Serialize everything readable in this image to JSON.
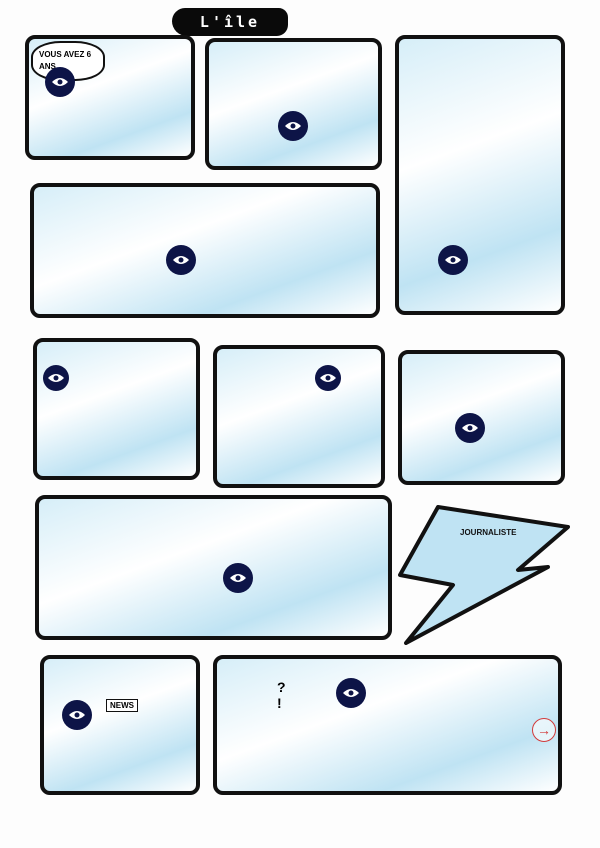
{
  "page": {
    "title": "L'île"
  },
  "panels": [
    {
      "id": 1,
      "speech": "VOUS AVEZ 6 ANS"
    },
    {
      "id": 2
    },
    {
      "id": 3
    },
    {
      "id": 4
    },
    {
      "id": 5
    },
    {
      "id": 6
    },
    {
      "id": 7
    },
    {
      "id": 8
    },
    {
      "id": 9,
      "sign": "JOURNALISTE"
    },
    {
      "id": 10,
      "sign": "NEWS"
    },
    {
      "id": 11,
      "marks": "? !"
    }
  ],
  "controls": {
    "view_icon": "eye-icon",
    "next_icon": "arrow-right-circle-icon",
    "next_symbol": "→"
  },
  "colors": {
    "ink": "#111111",
    "wash": "#3ba7d6",
    "eye_button": "#0d1447",
    "next_button": "#d23a3a"
  }
}
